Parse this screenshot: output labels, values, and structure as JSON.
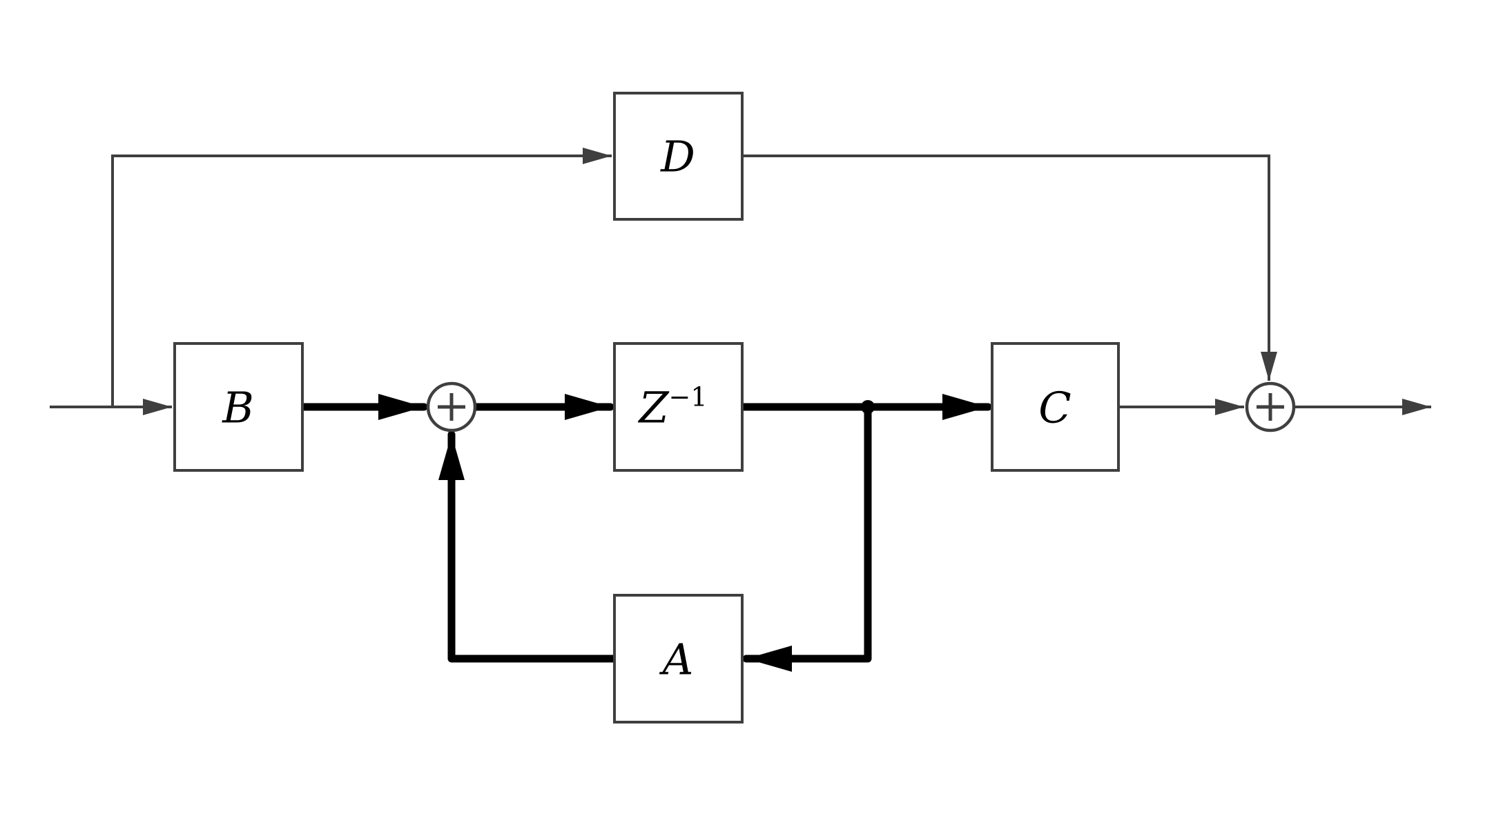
{
  "diagram": {
    "colors": {
      "background": "#ffffff",
      "line_thin": "#3f3f3f",
      "line_thick": "#000000",
      "box_fill": "#ffffff",
      "text": "#000000"
    },
    "blocks": {
      "d": {
        "label": "D"
      },
      "b": {
        "label": "B"
      },
      "delay": {
        "base": "Z",
        "exponent": "−1"
      },
      "c": {
        "label": "C"
      },
      "a": {
        "label": "A"
      }
    },
    "sums": {
      "left": {
        "symbol": "+"
      },
      "right": {
        "symbol": "+"
      }
    }
  }
}
